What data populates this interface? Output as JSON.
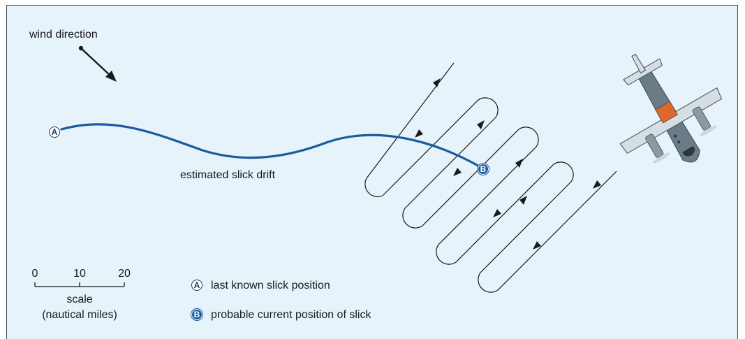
{
  "labels": {
    "wind_direction": "wind direction",
    "slick_drift": "estimated slick drift",
    "point_a": "A",
    "point_b": "B"
  },
  "scale": {
    "ticks": [
      "0",
      "10",
      "20"
    ],
    "title": "scale",
    "unit": "(nautical miles)"
  },
  "legend": [
    {
      "badge": "A",
      "text": "last known slick position"
    },
    {
      "badge": "B",
      "text": "probable current position of slick"
    }
  ],
  "colors": {
    "background": "#e6f3fb",
    "drift_line": "#1a5aa0",
    "search_path": "#1a1a1a",
    "badge_b": "#1a5aa0"
  },
  "icons": [
    "wind-arrow-icon",
    "aircraft-icon"
  ]
}
